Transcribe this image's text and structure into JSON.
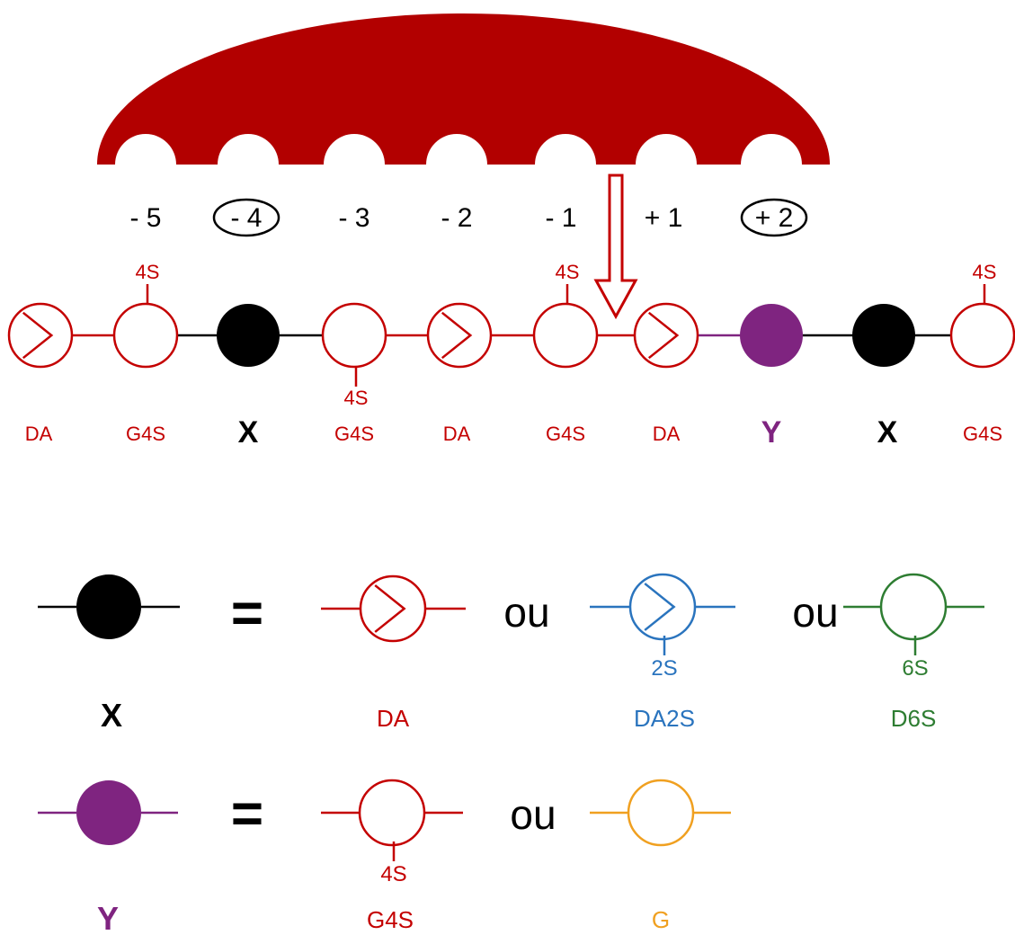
{
  "colors": {
    "red": "#c40000",
    "enzyme": "#b20000",
    "black": "#000000",
    "purple": "#7f2480",
    "blue": "#2a74be",
    "green": "#2e7d32",
    "orange": "#f0a020"
  },
  "subsites": [
    {
      "label": "- 5",
      "circled": false
    },
    {
      "label": "- 4",
      "circled": true
    },
    {
      "label": "- 3",
      "circled": false
    },
    {
      "label": "- 2",
      "circled": false
    },
    {
      "label": "- 1",
      "circled": false
    },
    {
      "label": "+ 1",
      "circled": false
    },
    {
      "label": "+ 2",
      "circled": true
    }
  ],
  "chain": [
    {
      "type": "DA",
      "name": "DA",
      "color": "red"
    },
    {
      "type": "ring",
      "sulfate": "4S",
      "sulfate_pos": "top",
      "name": "G4S",
      "color": "red"
    },
    {
      "type": "X",
      "name": "X",
      "color": "black"
    },
    {
      "type": "ring",
      "sulfate": "4S",
      "sulfate_pos": "bottom",
      "name": "G4S",
      "color": "red"
    },
    {
      "type": "DA",
      "name": "DA",
      "color": "red"
    },
    {
      "type": "ring",
      "sulfate": "4S",
      "sulfate_pos": "top",
      "name": "G4S",
      "color": "red"
    },
    {
      "type": "DA",
      "name": "DA",
      "color": "red"
    },
    {
      "type": "Y",
      "name": "Y",
      "color": "purple"
    },
    {
      "type": "X",
      "name": "X",
      "color": "black"
    },
    {
      "type": "ring",
      "sulfate": "4S",
      "sulfate_pos": "top",
      "name": "G4S",
      "color": "red"
    }
  ],
  "legend": {
    "equals": "=",
    "or": "ou",
    "x_row": {
      "name": "X",
      "options": [
        {
          "name": "DA",
          "color": "red",
          "sulfate": ""
        },
        {
          "name": "DA2S",
          "color": "blue",
          "sulfate": "2S"
        },
        {
          "name": "D6S",
          "color": "green",
          "sulfate": "6S"
        }
      ]
    },
    "y_row": {
      "name": "Y",
      "options": [
        {
          "name": "G4S",
          "color": "red",
          "sulfate": "4S"
        },
        {
          "name": "G",
          "color": "orange",
          "sulfate": ""
        }
      ]
    }
  }
}
